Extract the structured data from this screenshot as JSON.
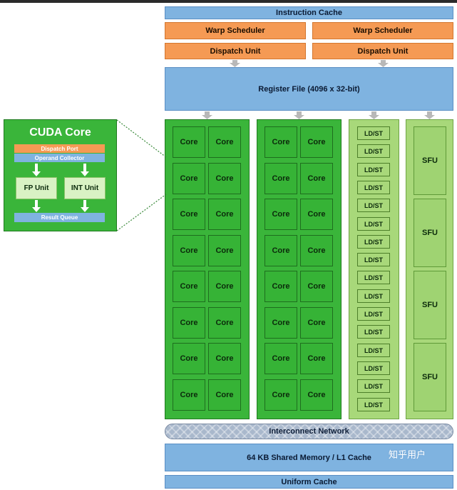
{
  "sm": {
    "instruction_cache": "Instruction Cache",
    "warp_schedulers": [
      "Warp Scheduler",
      "Warp Scheduler"
    ],
    "dispatch_units": [
      "Dispatch Unit",
      "Dispatch Unit"
    ],
    "register_file": "Register File (4096 x 32-bit)",
    "core_label": "Core",
    "ldst_label": "LD/ST",
    "sfu_label": "SFU",
    "interconnect": "Interconnect Network",
    "shared_memory": "64 KB Shared Memory / L1 Cache",
    "uniform_cache": "Uniform Cache"
  },
  "cuda_core": {
    "title": "CUDA Core",
    "dispatch_port": "Dispatch Port",
    "operand_collector": "Operand Collector",
    "fp_unit": "FP Unit",
    "int_unit": "INT Unit",
    "result_queue": "Result Queue"
  },
  "watermark": "知乎用户",
  "colors": {
    "blue": "#7fb3e0",
    "orange": "#f59a54",
    "core_green": "#36b336",
    "light_green": "#a8d87a",
    "arrow_gray": "#b8b8b8"
  }
}
